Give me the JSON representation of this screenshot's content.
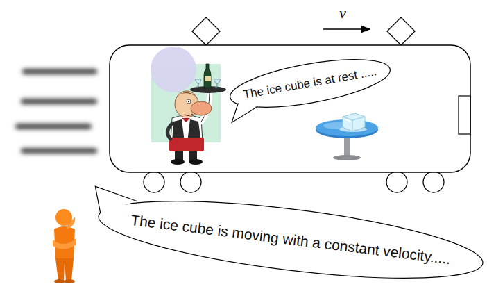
{
  "diagram": {
    "nodes": [
      {
        "text": [
          "The ice cube is at rest ....."
        ]
      },
      {
        "text": [
          "The ice cube is moving with a constant velocity....."
        ]
      }
    ],
    "labels": [
      "v"
    ]
  }
}
